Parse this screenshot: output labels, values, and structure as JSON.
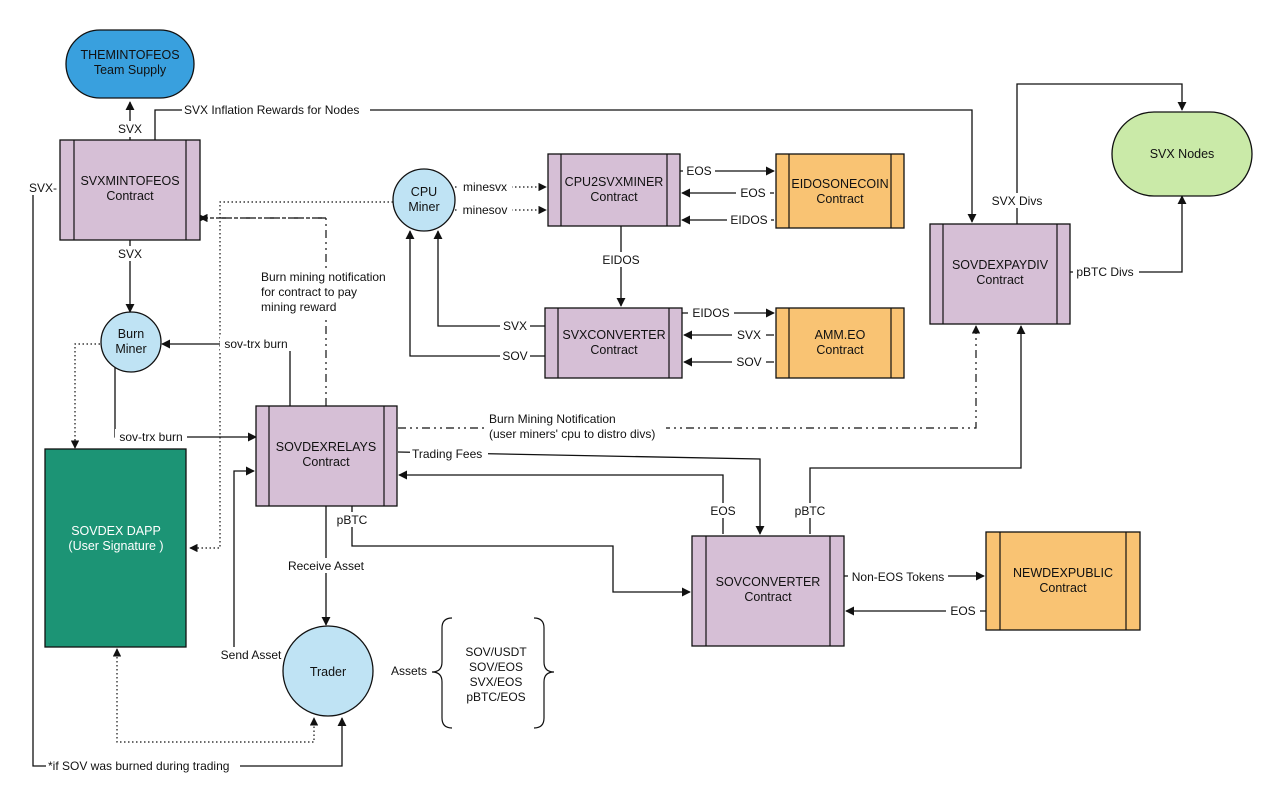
{
  "nodes": {
    "themintofeos": {
      "line1": "THEMINTOFEOS",
      "line2": "Team Supply"
    },
    "svxmintofeos": {
      "line1": "SVXMINTOFEOS",
      "line2": "Contract"
    },
    "cpu_miner": {
      "line1": "CPU",
      "line2": "Miner"
    },
    "burn_miner": {
      "line1": "Burn",
      "line2": "Miner"
    },
    "cpu2svxminer": {
      "line1": "CPU2SVXMINER",
      "line2": "Contract"
    },
    "eidosonecoin": {
      "line1": "EIDOSONECOIN",
      "line2": "Contract"
    },
    "svxconverter": {
      "line1": "SVXCONVERTER",
      "line2": "Contract"
    },
    "ammeo": {
      "line1": "AMM.EO",
      "line2": "Contract"
    },
    "sovdexpaydiv": {
      "line1": "SOVDEXPAYDIV",
      "line2": "Contract"
    },
    "svx_nodes": {
      "line1": "SVX Nodes"
    },
    "sovdexrelays": {
      "line1": "SOVDEXRELAYS",
      "line2": "Contract"
    },
    "sovdex_dapp": {
      "line1": "SOVDEX DAPP",
      "line2": "(User Signature )"
    },
    "sovconverter": {
      "line1": "SOVCONVERTER",
      "line2": "Contract"
    },
    "newdexpublic": {
      "line1": "NEWDEXPUBLIC",
      "line2": "Contract"
    },
    "trader": {
      "line1": "Trader"
    }
  },
  "labels": {
    "svx_to_team": "SVX",
    "svx_inflation": "SVX Inflation Rewards for Nodes",
    "svx_left": "SVX-",
    "svx_to_burn": "SVX",
    "minesvx": "minesvx",
    "minesov": "minesov",
    "eos_to_eidos": "EOS",
    "eos_from_eidos": "EOS",
    "eidos_from_eidos": "EIDOS",
    "eidos_down": "EIDOS",
    "svx_back": "SVX",
    "sov_back": "SOV",
    "eidos_to_amm": "EIDOS",
    "svx_from_amm": "SVX",
    "sov_from_amm": "SOV",
    "svx_divs": "SVX Divs",
    "pbtc_divs": "pBTC Divs",
    "burn_notif_1": "Burn mining notification",
    "burn_notif_2": "for contract to pay",
    "burn_notif_3": "mining reward",
    "sov_trx_burn_top": "sov-trx burn",
    "sov_trx_burn_bottom": "sov-trx burn",
    "burn_mining_notif_1": "Burn Mining Notification",
    "burn_mining_notif_2": "(user miners' cpu to distro divs)",
    "trading_fees": "Trading Fees",
    "eos_up": "EOS",
    "pbtc_up": "pBTC",
    "pbtc_down": "pBTC",
    "receive_asset": "Receive Asset",
    "send_asset": "Send Asset",
    "non_eos_tokens": "Non-EOS Tokens",
    "eos_from_newdex": "EOS",
    "if_sov_burned": "*if SOV was burned during trading"
  },
  "assets": {
    "label": "Assets",
    "items": [
      "SOV/USDT",
      "SOV/EOS",
      "SVX/EOS",
      "pBTC/EOS"
    ]
  },
  "colors": {
    "contract_fill": "#d6bfd6",
    "orange_fill": "#f9c373",
    "blue_fill": "#39a0de",
    "light_blue_fill": "#bfe3f4",
    "green_fill": "#caeaa8",
    "teal_fill": "#1c9475"
  }
}
